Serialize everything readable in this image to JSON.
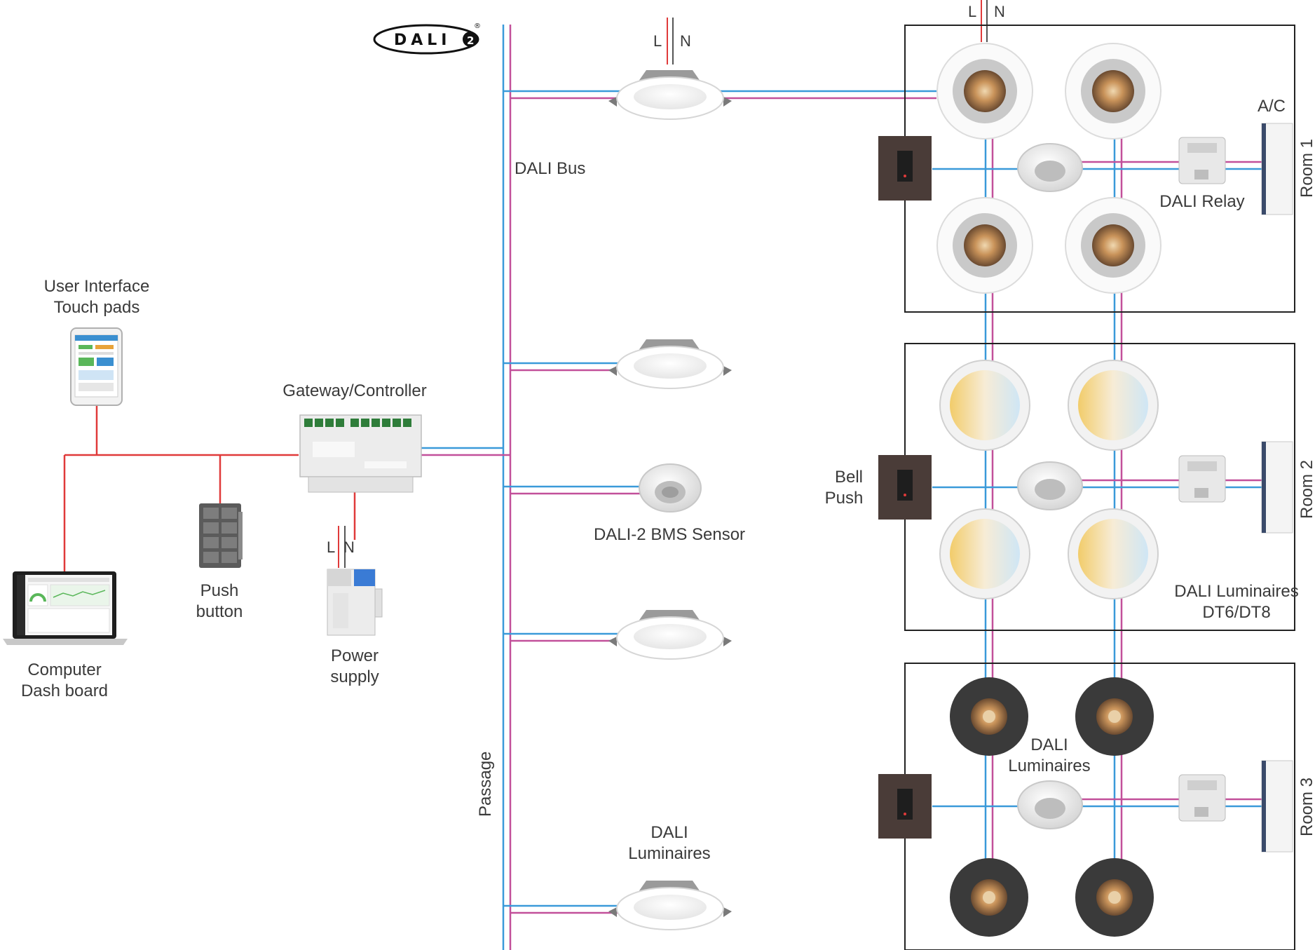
{
  "logo": {
    "text": "DALI",
    "version": "2",
    "registered": "®"
  },
  "labels": {
    "dali_bus": "DALI Bus",
    "passage": "Passage",
    "user_interface_line1": "User Interface",
    "user_interface_line2": "Touch pads",
    "gateway": "Gateway/Controller",
    "push_button_line1": "Push",
    "push_button_line2": "button",
    "power_supply_line1": "Power",
    "power_supply_line2": "supply",
    "computer_line1": "Computer",
    "computer_line2": "Dash board",
    "bms_sensor": "DALI-2 BMS Sensor",
    "passage_luminaires_line1": "DALI",
    "passage_luminaires_line2": "Luminaires",
    "ac": "A/C",
    "dali_relay": "DALI Relay",
    "bell_push_line1": "Bell",
    "bell_push_line2": "Push",
    "room2_luminaires_line1": "DALI Luminaires",
    "room2_luminaires_line2": "DT6/DT8",
    "room3_luminaires_line1": "DALI",
    "room3_luminaires_line2": "Luminaires",
    "room1": "Room 1",
    "room2": "Room 2",
    "room3": "Room 3",
    "live": "L",
    "neutral": "N"
  },
  "colors": {
    "bus_blue": "#3a9ad9",
    "bus_pink": "#c2509a",
    "mains_red": "#e03a3a",
    "room_border": "#222222",
    "switch_body": "#4a3c38"
  }
}
